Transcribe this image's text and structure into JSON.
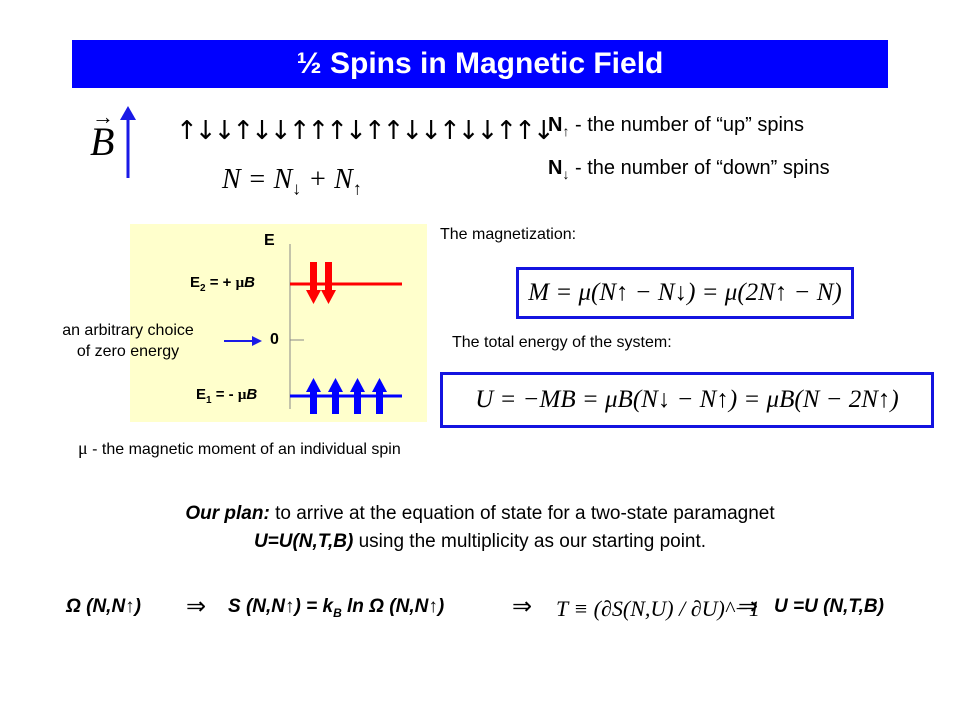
{
  "title": "½ Spins in Magnetic Field",
  "field_vector_symbol": "B",
  "spin_row": "↑↓↓↑↓↓↑↑↑↓↑↑↓↓↑↓↓↑↑↓",
  "eq_N": {
    "lhs": "N = N",
    "down": "↓",
    "plus": " + N",
    "up": "↑"
  },
  "n_up": {
    "symbol": "N",
    "arrow": "↑",
    "text": " - the number of “up” spins"
  },
  "n_down": {
    "symbol": "N",
    "arrow": "↓",
    "text": " - the number of “down” spins"
  },
  "energy_diagram": {
    "axis_label": "E",
    "e2_label": {
      "E": "E",
      "sub": "2",
      "rest": " = + ",
      "mu": "μ",
      "B": "B"
    },
    "zero_label": "0",
    "e1_label": {
      "E": "E",
      "sub": "1",
      "rest": " = - ",
      "mu": "μ",
      "B": "B"
    },
    "arbitrary_choice": [
      "an arbitrary choice",
      "of zero energy"
    ],
    "colors": {
      "background": "#ffffcc",
      "upper_level": "#ff0000",
      "lower_level": "#0000ff"
    }
  },
  "magnetization_label": "The magnetization:",
  "magnetization_eq": "M = μ(N↑ − N↓) = μ(2N↑ − N)",
  "total_energy_label": "The total energy of the system:",
  "total_energy_eq": "U = −MB = μB(N↓ − N↑) = μB(N − 2N↑)",
  "mu_note": {
    "mu": "μ",
    "text": " - the magnetic moment of an individual spin"
  },
  "plan": {
    "label": "Our plan:",
    "line1": " to arrive at the equation of state for a two-state paramagnet",
    "line2_bold": "U=U(N,T,B)",
    "line2_rest": " using the multiplicity as our starting point."
  },
  "chain": {
    "omega": "Ω (N,N↑)",
    "implies": "⇒",
    "entropy": "S (N,N↑) = k",
    "kb_sub": "B",
    "ln_part": " ln Ω (N,N↑)",
    "temperature_eq": "T ≡ (∂S(N,U) / ∂U)^−1",
    "result": "U =U (N,T,B)"
  }
}
